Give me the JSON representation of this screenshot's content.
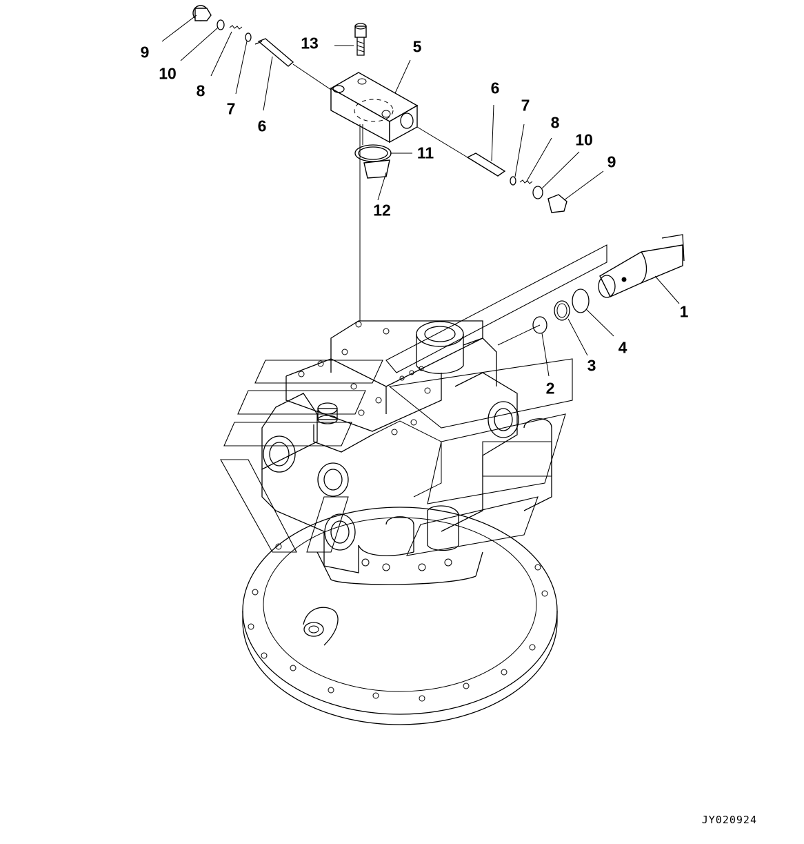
{
  "diagram": {
    "drawing_code": "JY020924",
    "callouts": [
      {
        "id": "c1",
        "label": "1"
      },
      {
        "id": "c2",
        "label": "2"
      },
      {
        "id": "c3",
        "label": "3"
      },
      {
        "id": "c4",
        "label": "4"
      },
      {
        "id": "c5",
        "label": "5"
      },
      {
        "id": "c6a",
        "label": "6"
      },
      {
        "id": "c6b",
        "label": "6"
      },
      {
        "id": "c7a",
        "label": "7"
      },
      {
        "id": "c7b",
        "label": "7"
      },
      {
        "id": "c8a",
        "label": "8"
      },
      {
        "id": "c8b",
        "label": "8"
      },
      {
        "id": "c9a",
        "label": "9"
      },
      {
        "id": "c9b",
        "label": "9"
      },
      {
        "id": "c10a",
        "label": "10"
      },
      {
        "id": "c10b",
        "label": "10"
      },
      {
        "id": "c11",
        "label": "11"
      },
      {
        "id": "c12",
        "label": "12"
      },
      {
        "id": "c13",
        "label": "13"
      }
    ]
  }
}
